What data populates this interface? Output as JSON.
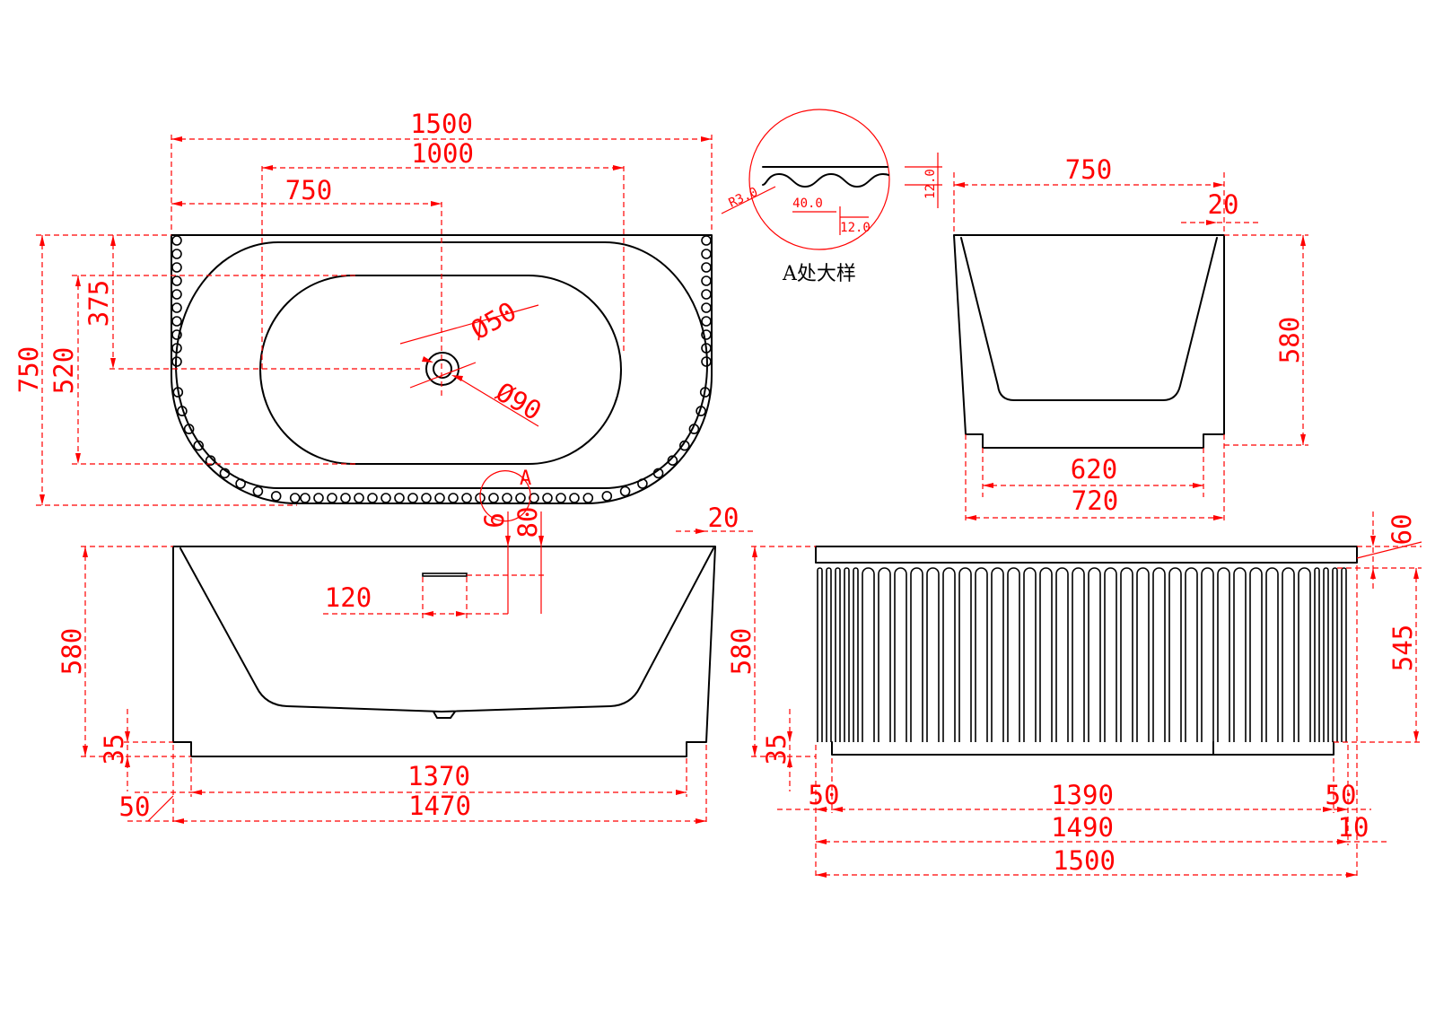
{
  "top_view": {
    "overall_length": "1500",
    "inner_length": "1000",
    "drain_offset": "750",
    "overall_width": "750",
    "inner_width": "520",
    "drain_to_wall": "375",
    "drain_dia": "Ø50",
    "drain_outer_dia": "Ø90",
    "detail_marker": "A"
  },
  "detail_a": {
    "caption": "A处大样",
    "radius": "R3.0",
    "pitch": "40.0",
    "groove_width": "12.0",
    "groove_depth": "12.0"
  },
  "end_view": {
    "overall_width": "750",
    "rim": "20",
    "height": "580",
    "base_inner": "620",
    "base_outer": "720"
  },
  "front_view": {
    "rim": "20",
    "height": "580",
    "overflow_width": "120",
    "overflow_a": "6",
    "overflow_b": "80",
    "plinth": "35",
    "base_length": "1370",
    "offset": "50",
    "bottom_length": "1470"
  },
  "side_view": {
    "top_band": "60",
    "panel_height": "545",
    "height": "580",
    "plinth": "35",
    "left_offset": "50",
    "panel_length": "1390",
    "right_offset": "50",
    "fluted_length": "1490",
    "end_gap": "10",
    "overall_length": "1500"
  },
  "colors": {
    "dimension": "#ff0000",
    "outline": "#000000",
    "background": "#ffffff"
  }
}
